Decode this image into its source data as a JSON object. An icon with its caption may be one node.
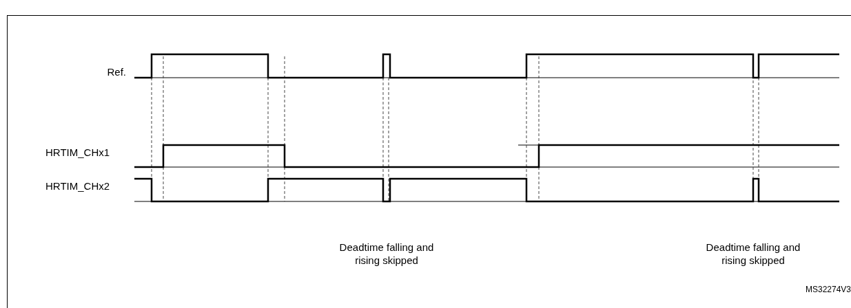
{
  "diagram": {
    "labels": [
      "Ref.",
      "HRTIM_CHx1",
      "HRTIM_CHx2",
      "Deadtime falling and rising skipped",
      "Deadtime falling and rising skipped",
      "MS32274V3"
    ]
  }
}
